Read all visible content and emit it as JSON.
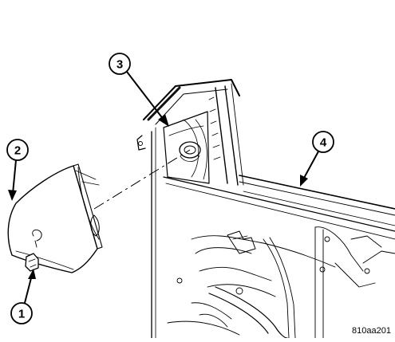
{
  "callouts": [
    {
      "id": "callout-1",
      "label": "1"
    },
    {
      "id": "callout-2",
      "label": "2"
    },
    {
      "id": "callout-3",
      "label": "3"
    },
    {
      "id": "callout-4",
      "label": "4"
    }
  ],
  "figure_id": "810aa201",
  "colors": {
    "line": "#000000",
    "background": "#ffffff"
  }
}
